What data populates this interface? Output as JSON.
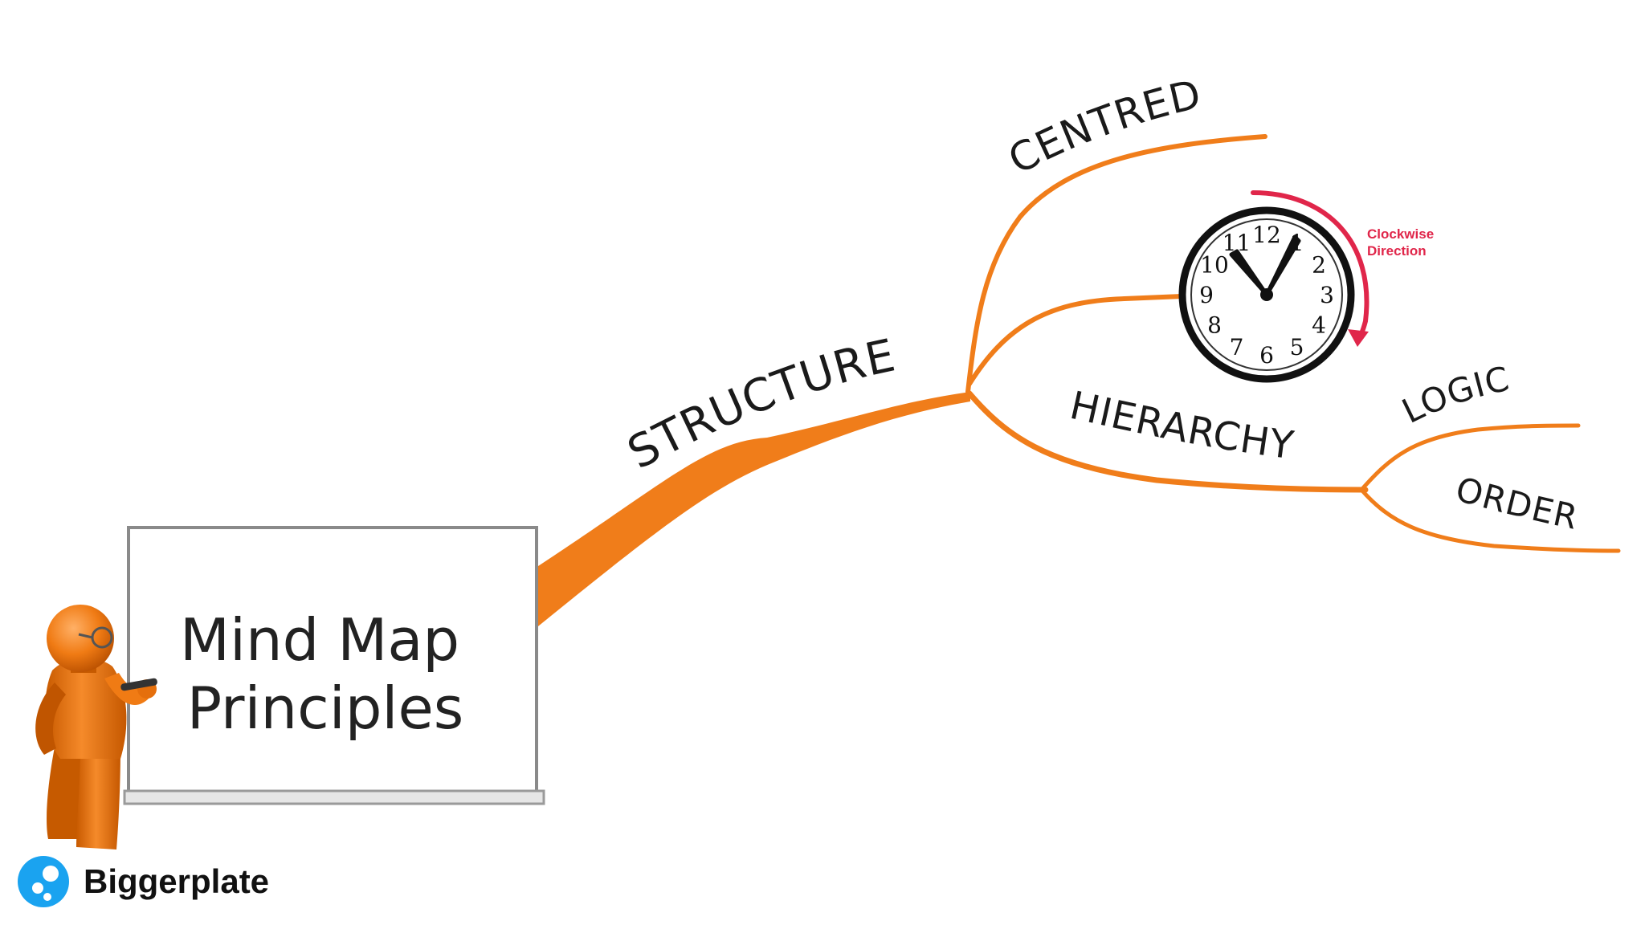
{
  "board": {
    "title_line1": "Mind Map",
    "title_line2": "Principles"
  },
  "branches": {
    "main": "STRUCTURE",
    "centred": "CENTRED",
    "hierarchy": "HIERARCHY",
    "logic": "LOGIC",
    "order": "ORDER"
  },
  "clock": {
    "numbers": [
      "12",
      "1",
      "2",
      "3",
      "4",
      "5",
      "6",
      "7",
      "8",
      "9",
      "10",
      "11"
    ],
    "note_line1": "Clockwise",
    "note_line2": "Direction",
    "note_color": "#e0264a"
  },
  "brand": {
    "name": "Biggerplate",
    "color": "#1aa3f0"
  },
  "colors": {
    "branch": "#f07d1a",
    "figure": "#f07b14"
  },
  "icons": {
    "figure": "orange-3d-person-icon",
    "brand": "biggerplate-logo-icon",
    "clock": "clock-icon"
  }
}
